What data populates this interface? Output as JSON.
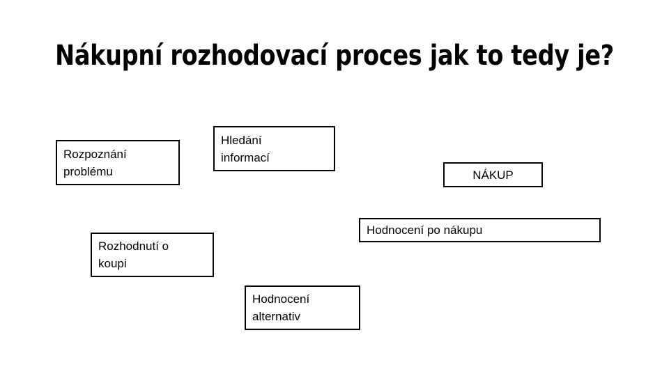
{
  "slide": {
    "title": "Nákupní rozhodovací proces jak to tedy je?",
    "background_color": "#ffffff",
    "text_color": "#000000",
    "border_color": "#000000"
  },
  "boxes": [
    {
      "id": "rozpoznani-problemu",
      "text": "Rozpoznání\nproblému",
      "align": "left"
    },
    {
      "id": "hledani-informaci",
      "text": "Hledání\ninformací",
      "align": "left"
    },
    {
      "id": "nakup",
      "text": "NÁKUP",
      "align": "center"
    },
    {
      "id": "hodnoceni-po-nakupu",
      "text": "Hodnocení po nákupu",
      "align": "left"
    },
    {
      "id": "rozhodnuti-o-koupi",
      "text": "Rozhodnutí o\nkoupi",
      "align": "left"
    },
    {
      "id": "hodnoceni-alternativ",
      "text": "Hodnocení\nalternativ",
      "align": "left"
    }
  ]
}
